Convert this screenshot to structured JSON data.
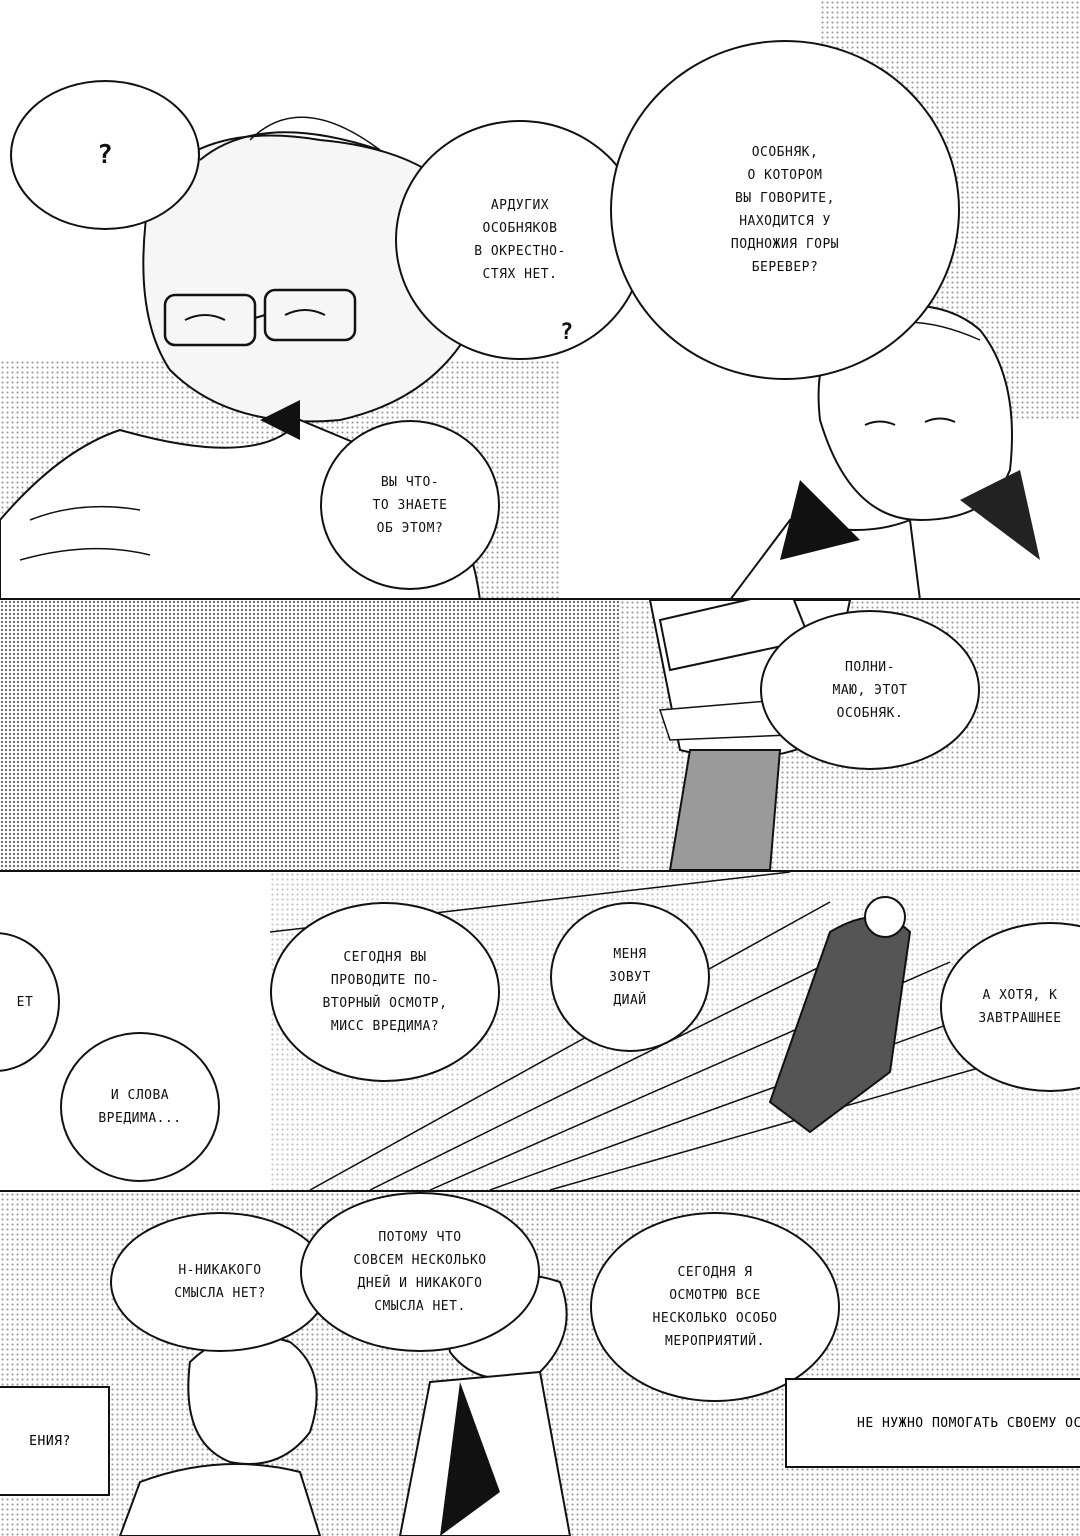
{
  "panel1": {
    "sfx_mark": "?",
    "bubble_left": "АРДУГИХ\nОСОБНЯКОВ\nВ ОКРЕСТНО-\nСТЯХ НЕТ.",
    "bubble_right": "ОСОБНЯК,\nО КОТОРОМ\nВЫ ГОВОРИТЕ,\nНАХОДИТСЯ У\nПОДНОЖИЯ ГОРЫ\nБЕРЕВЕР?",
    "bubble_bottom": "ВЫ ЧТО-\nТО ЗНАЕТЕ\nОБ ЭТОМ?",
    "sfx_2": "?"
  },
  "panel2": {
    "bubble": "ПОЛНИ-\nМАЮ, ЭТОТ\nОСОБНЯК."
  },
  "panel3": {
    "bubble_a": "СЕГОДНЯ ВЫ\nПРОВОДИТЕ ПО-\nВТОРНЫЙ ОСМОТР,\nМИСС ВРЕДИМА?",
    "bubble_b": "МЕНЯ\nЗОВУТ\nДИАЙ",
    "bubble_c": "А ХОТЯ, К\nЗАВТРАШНЕЕ",
    "bubble_d": "И СЛОВА\nВРЕДИМА...",
    "left_fragment": "ЕТ"
  },
  "panel4": {
    "bubble_a": "Н-НИКАКОГО\nСМЫСЛА НЕТ?",
    "bubble_b": "ПОТОМУ ЧТО\nСОВСЕМ НЕСКОЛЬКО\nДНЕЙ И НИКАКОГО\nСМЫСЛА НЕТ.",
    "bubble_c": "СЕГОДНЯ Я\nОСМОТРЮ ВСЕ\nНЕСКОЛЬКО ОСОБО\nМЕРОПРИЯТИЙ.",
    "caption_left": "ЕНИЯ?",
    "caption_right": "НЕ НУЖНО ПОМОГАТЬ СВОЕМУ ОСОБ"
  },
  "colors": {
    "ink": "#111111",
    "paper": "#ffffff",
    "tone": "#8a8a8a"
  }
}
